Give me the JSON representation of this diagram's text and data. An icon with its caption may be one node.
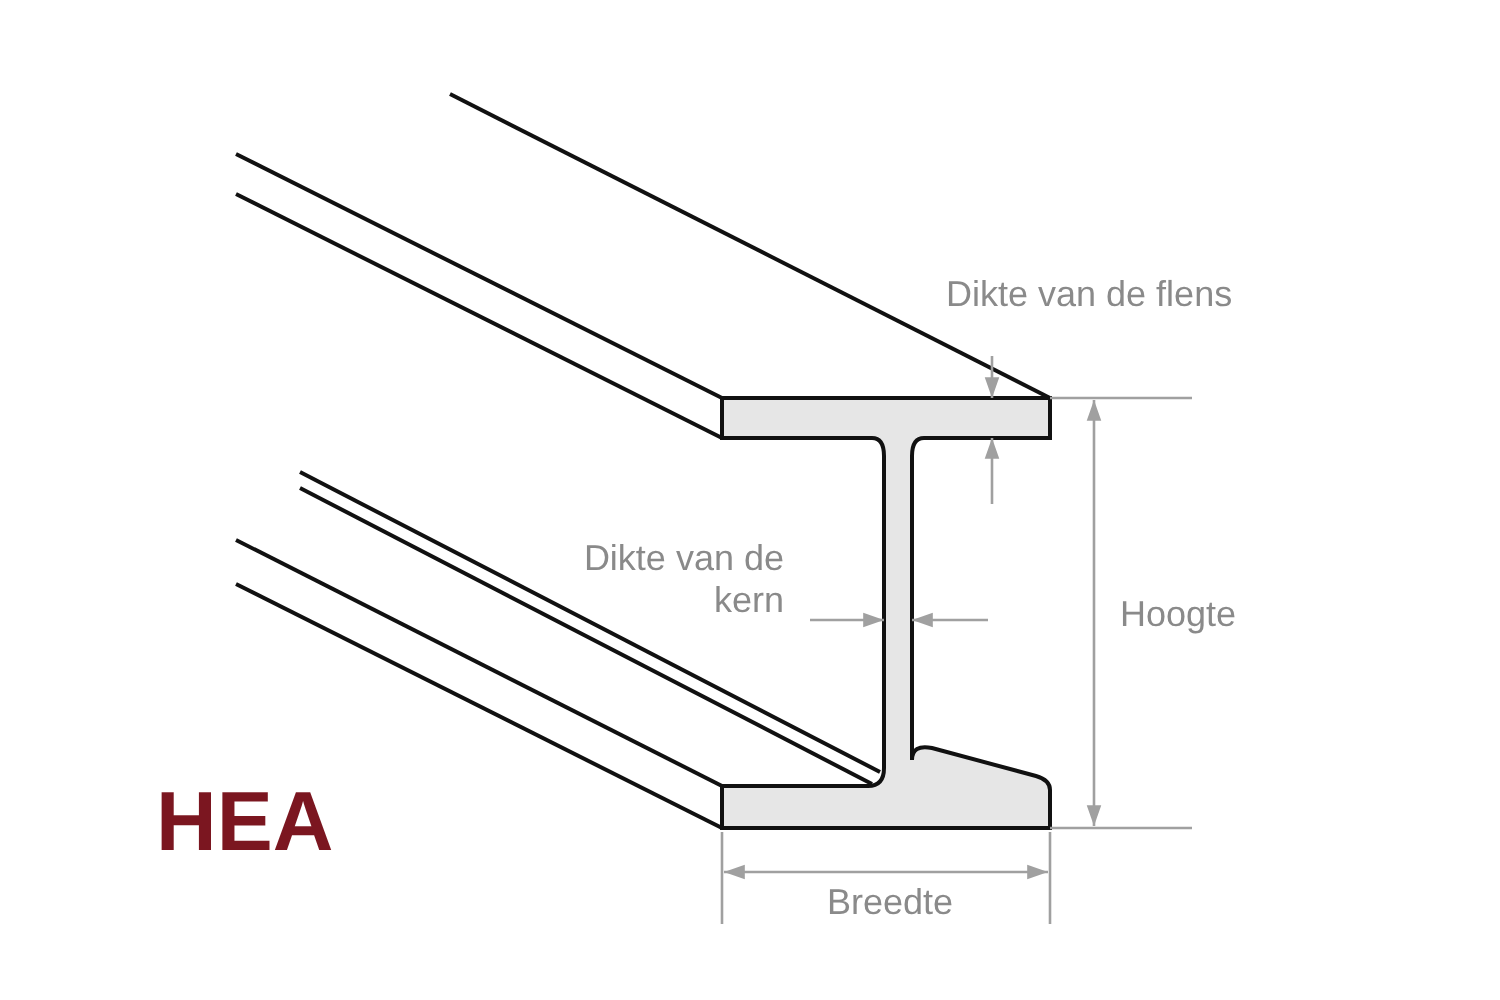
{
  "diagram": {
    "title": "HEA",
    "labels": [
      "Dikte van de flens",
      "Dikte van de kern",
      "Hoogte",
      "Breedte"
    ]
  }
}
